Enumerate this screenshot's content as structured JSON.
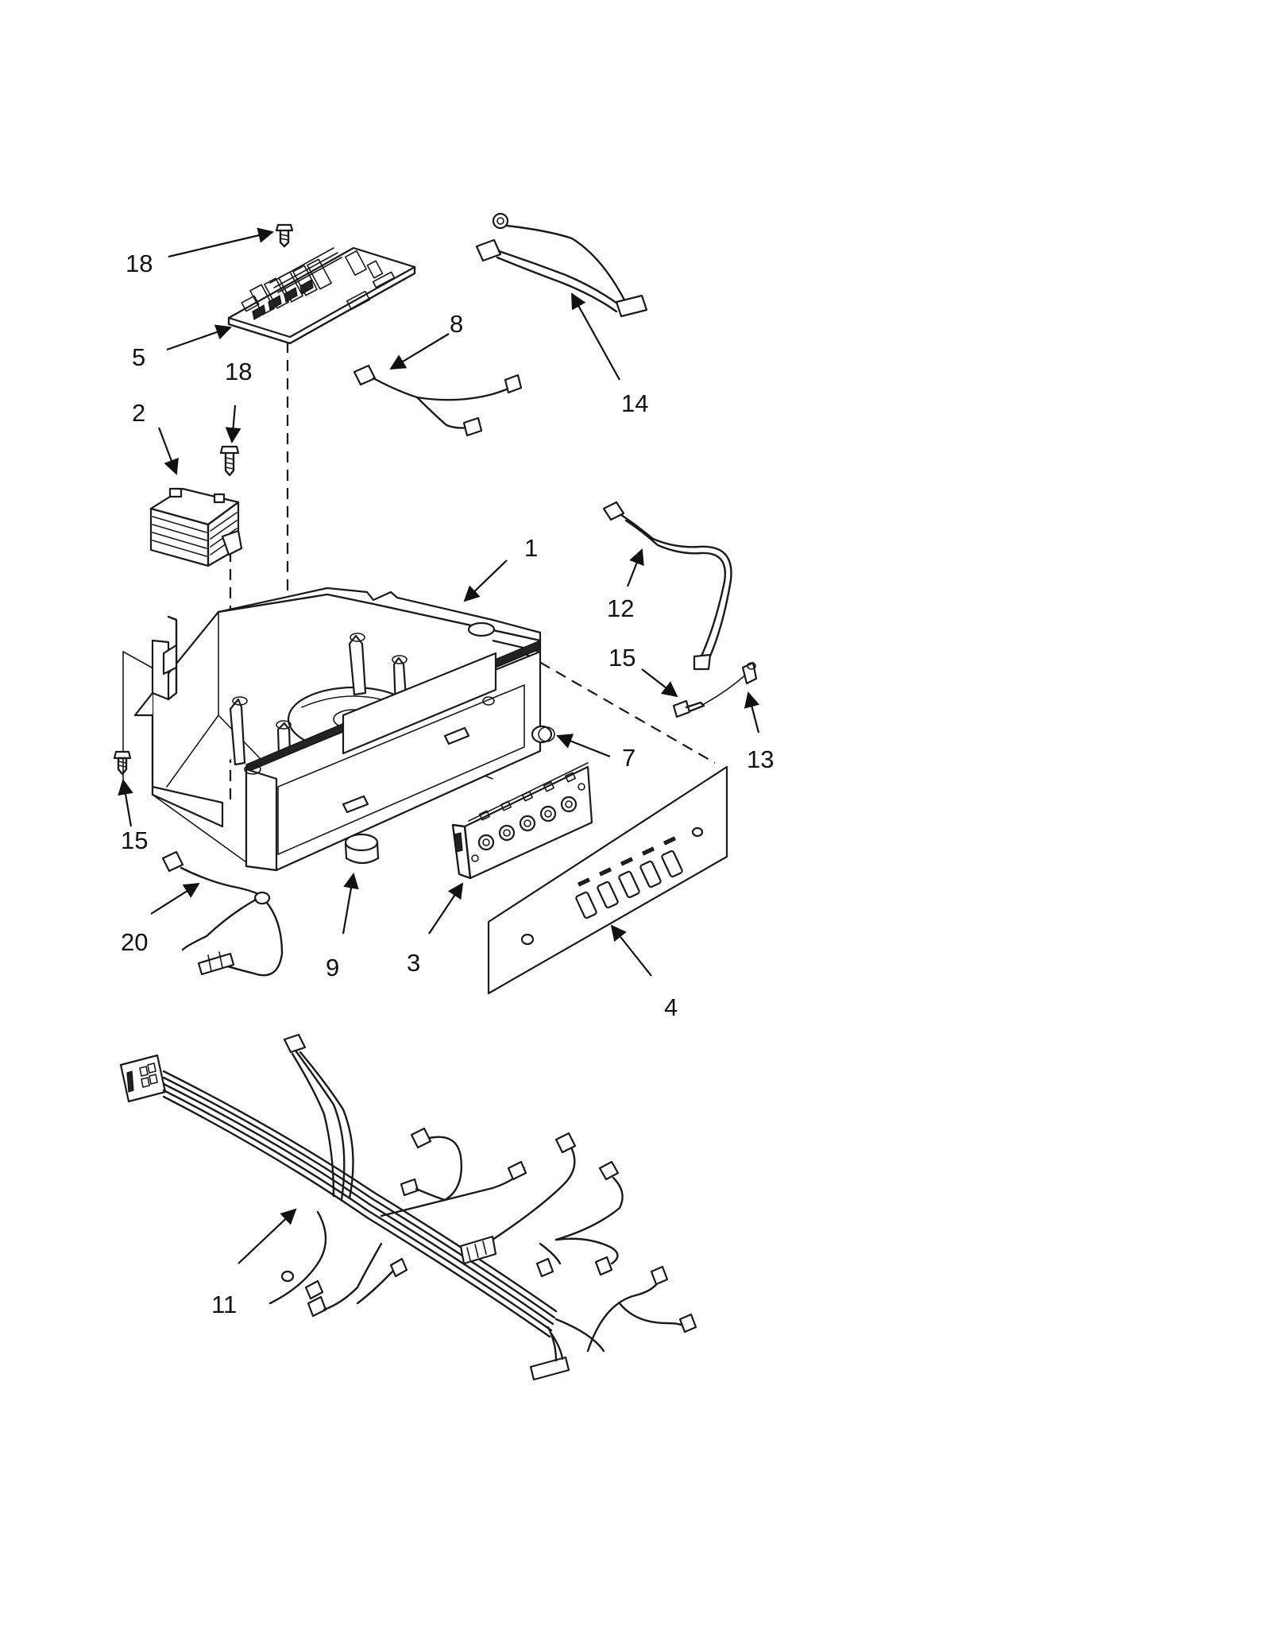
{
  "labels": {
    "p1": "1",
    "p2": "2",
    "p3": "3",
    "p4": "4",
    "p5": "5",
    "p7": "7",
    "p8": "8",
    "p9": "9",
    "p11": "11",
    "p12": "12",
    "p13": "13",
    "p14": "14",
    "p15a": "15",
    "p15b": "15",
    "p18a": "18",
    "p18b": "18",
    "p20": "20"
  }
}
